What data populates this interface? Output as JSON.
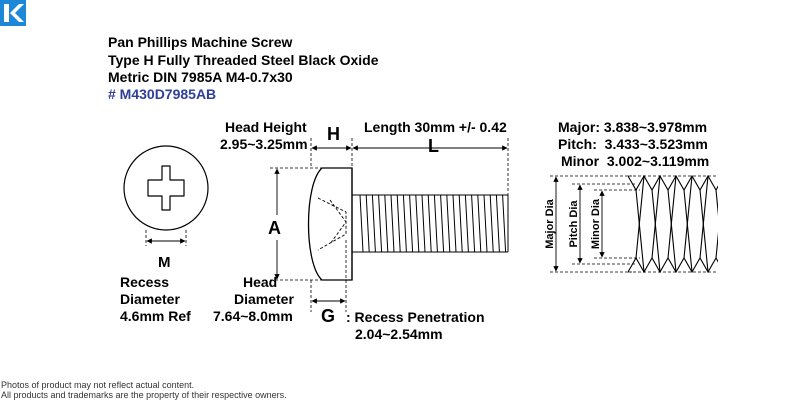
{
  "brand": {
    "logo_letter": "K",
    "color": "#1e88d8"
  },
  "title": {
    "line1": "Pan Phillips Machine Screw",
    "line2": "Type H Fully Threaded Steel Black Oxide",
    "line3": "Metric DIN 7985A M4-0.7x30",
    "sku": "# M430D7985AB",
    "sku_color": "#2e3f9a"
  },
  "recess": {
    "letter": "M",
    "label1": "Recess",
    "label2": "Diameter",
    "value": "4.6mm Ref"
  },
  "head_height": {
    "label": "Head Height",
    "value": "2.95~3.25mm",
    "letter": "H"
  },
  "length": {
    "label": "Length 30mm +/- 0.42",
    "letter": "L"
  },
  "head_diameter": {
    "letter": "A",
    "label1": "Head",
    "label2": "Diameter",
    "value": "7.64~8.0mm"
  },
  "penetration": {
    "letter": "G",
    "label": ": Recess Penetration",
    "value": "2.04~2.54mm"
  },
  "thread": {
    "major": "Major: 3.838~3.978mm",
    "pitch": "Pitch:  3.433~3.523mm",
    "minor": "Minor  3.002~3.119mm",
    "major_dia": "Major Dia",
    "pitch_dia": "Pitch Dia",
    "minor_dia": "Minor Dia"
  },
  "footer": {
    "line1": "Photos of product may not reflect actual content.",
    "line2": "All products and trademarks are the property of their respective owners."
  }
}
